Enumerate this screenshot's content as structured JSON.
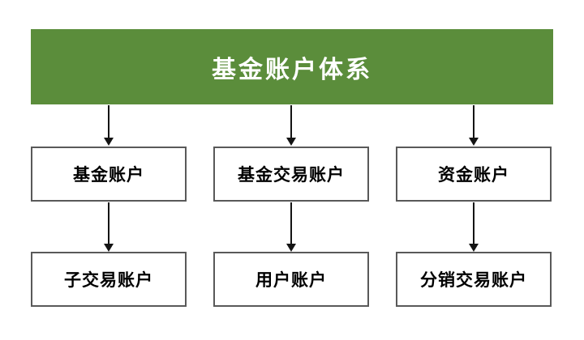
{
  "diagram": {
    "title": "基金账户体系",
    "banner_color": "#5b8d3b",
    "box_border_color": "#595959",
    "arrow_color": "#141414",
    "columns": [
      {
        "top": "基金账户",
        "bottom": "子交易账户"
      },
      {
        "top": "基金交易账户",
        "bottom": "用户账户"
      },
      {
        "top": "资金账户",
        "bottom": "分销交易账户"
      }
    ]
  }
}
